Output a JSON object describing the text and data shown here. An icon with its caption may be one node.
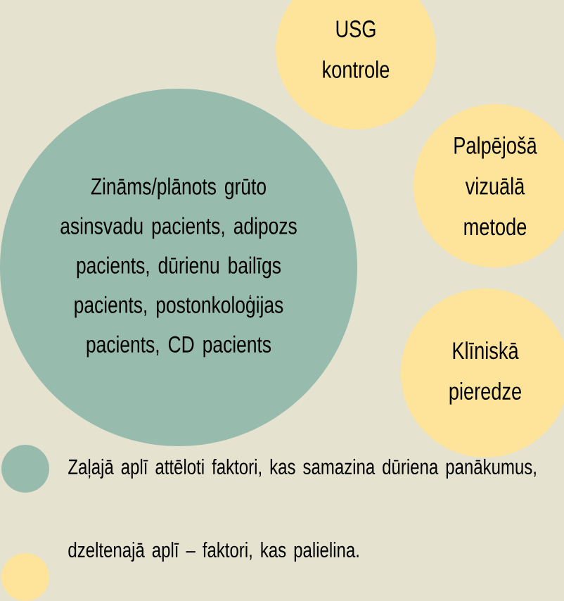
{
  "diagram": {
    "nodes": [
      {
        "text": [
          "Zināms/plānots grūto asinsvadu pacients, adipozs pacients, dūrienu bailīgs pacients, postonkoloģijas pacients, CD pacients"
        ]
      },
      {
        "text": [
          "USG kontrole"
        ]
      },
      {
        "text": [
          "Palpējošā vizuālā metode"
        ]
      },
      {
        "text": [
          "Klīniskā pieredze"
        ]
      }
    ],
    "legend": [
      {
        "text": "Zaļajā aplī attēloti faktori, kas samazina dūriena panākumus,",
        "color": "#97bbad"
      },
      {
        "text": "dzeltenajā aplī – faktori, kas palielina.",
        "color": "#fde49a"
      }
    ]
  }
}
